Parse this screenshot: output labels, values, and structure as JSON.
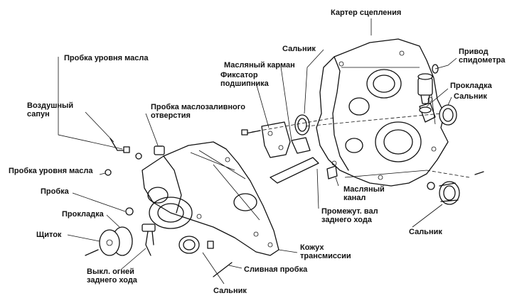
{
  "labels": {
    "clutch_housing": "Картер сцепления",
    "oil_seal_top": "Сальник",
    "speedo_drive": "Привод\nспидометра",
    "gasket_right": "Прокладка",
    "oil_seal_right": "Сальник",
    "oil_pocket": "Масляный карман",
    "bearing_retainer": "Фиксатор\nподшипника",
    "oil_level_plug_top": "Пробка уровня масла",
    "breather": "Воздушный\nсапун",
    "filler_plug": "Пробка маслозаливного\nотверстия",
    "oil_level_plug_left": "Пробка уровня масла",
    "plug": "Пробка",
    "gasket_left": "Прокладка",
    "shield": "Щиток",
    "reverse_light_switch": "Выкл. огней\nзаднего хода",
    "oil_channel": "Масляный\nканал",
    "reverse_idler_shaft": "Промежут. вал\nзаднего хода",
    "oil_seal_right_low": "Сальник",
    "transmission_case": "Кожух\nтрансмиссии",
    "drain_plug": "Сливная пробка",
    "oil_seal_bottom": "Сальник"
  }
}
